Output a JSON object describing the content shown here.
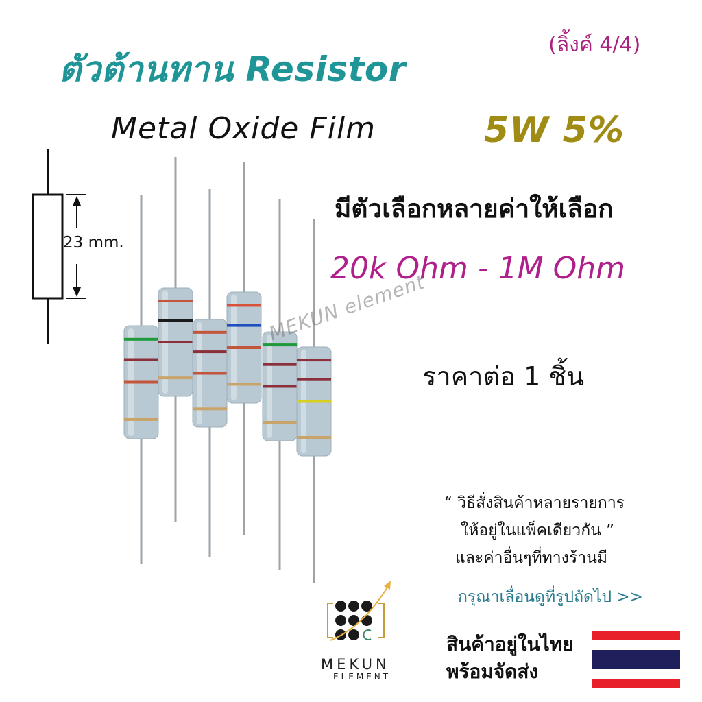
{
  "header": {
    "title": "ตัวต้านทาน Resistor",
    "link_label": "(ลิ้งค์ 4/4)",
    "film_type": "Metal Oxide Film",
    "rating": "5W 5%"
  },
  "info": {
    "options": "มีตัวเลือกหลายค่าให้เลือก",
    "range": "20k Ohm - 1M Ohm",
    "price": "ราคาต่อ 1 ชิ้น"
  },
  "diagram": {
    "dimension": "23 mm."
  },
  "watermark": "MEKUN element",
  "order_note": {
    "line1": "“ วิธีสั่งสินค้าหลายรายการ",
    "line2": "ให้อยู่ในแพ็คเดียวกัน ”",
    "line3": "และค่าอื่นๆที่ทางร้านมี"
  },
  "scroll_hint": "กรุณาเลื่อนดูที่รูปถัดไป >>",
  "stock": {
    "line1": "สินค้าอยู่ในไทย",
    "line2": "พร้อมจัดส่ง"
  },
  "logo": {
    "name": "MEKUN",
    "sub": "ELEMENT"
  },
  "colors": {
    "title": "#1f9597",
    "link": "#a8227f",
    "rating": "#a08c14",
    "range": "#b0208a",
    "hint": "#2a7d8f",
    "resistor_body": "#b9c9d3",
    "flag_red": "#e8202a",
    "flag_blue": "#1f1f5c"
  },
  "resistors": [
    {
      "bands": [
        "#1f9a3a",
        "#8b2f3a",
        "#c2553a",
        "#c9a46a"
      ]
    },
    {
      "bands": [
        "#c2553a",
        "#1a1a1a",
        "#8b2f3a",
        "#c9a46a"
      ]
    },
    {
      "bands": [
        "#c2553a",
        "#8b2f3a",
        "#c2553a",
        "#c9a46a"
      ]
    },
    {
      "bands": [
        "#d6503a",
        "#1f4fbf",
        "#c2553a",
        "#c9a46a"
      ]
    },
    {
      "bands": [
        "#1f9a3a",
        "#8b2f3a",
        "#8b2f3a",
        "#c9a46a"
      ]
    },
    {
      "bands": [
        "#8b2f3a",
        "#8b2f3a",
        "#d8d020",
        "#c9a46a"
      ]
    }
  ]
}
